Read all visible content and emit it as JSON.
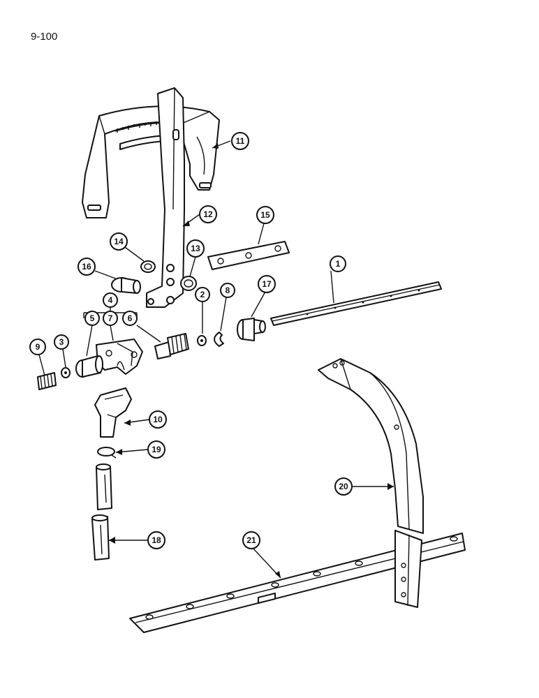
{
  "page": {
    "number": "9-100"
  },
  "callouts": [
    {
      "id": "1",
      "label": "1"
    },
    {
      "id": "2",
      "label": "2"
    },
    {
      "id": "3",
      "label": "3"
    },
    {
      "id": "4",
      "label": "4"
    },
    {
      "id": "5",
      "label": "5"
    },
    {
      "id": "6",
      "label": "6"
    },
    {
      "id": "7",
      "label": "7"
    },
    {
      "id": "8",
      "label": "8"
    },
    {
      "id": "9",
      "label": "9"
    },
    {
      "id": "10",
      "label": "10"
    },
    {
      "id": "11",
      "label": "11"
    },
    {
      "id": "12",
      "label": "12"
    },
    {
      "id": "13",
      "label": "13"
    },
    {
      "id": "14",
      "label": "14"
    },
    {
      "id": "15",
      "label": "15"
    },
    {
      "id": "16",
      "label": "16"
    },
    {
      "id": "17",
      "label": "17"
    },
    {
      "id": "18",
      "label": "18"
    },
    {
      "id": "19",
      "label": "19"
    },
    {
      "id": "20",
      "label": "20"
    },
    {
      "id": "21",
      "label": "21"
    }
  ]
}
